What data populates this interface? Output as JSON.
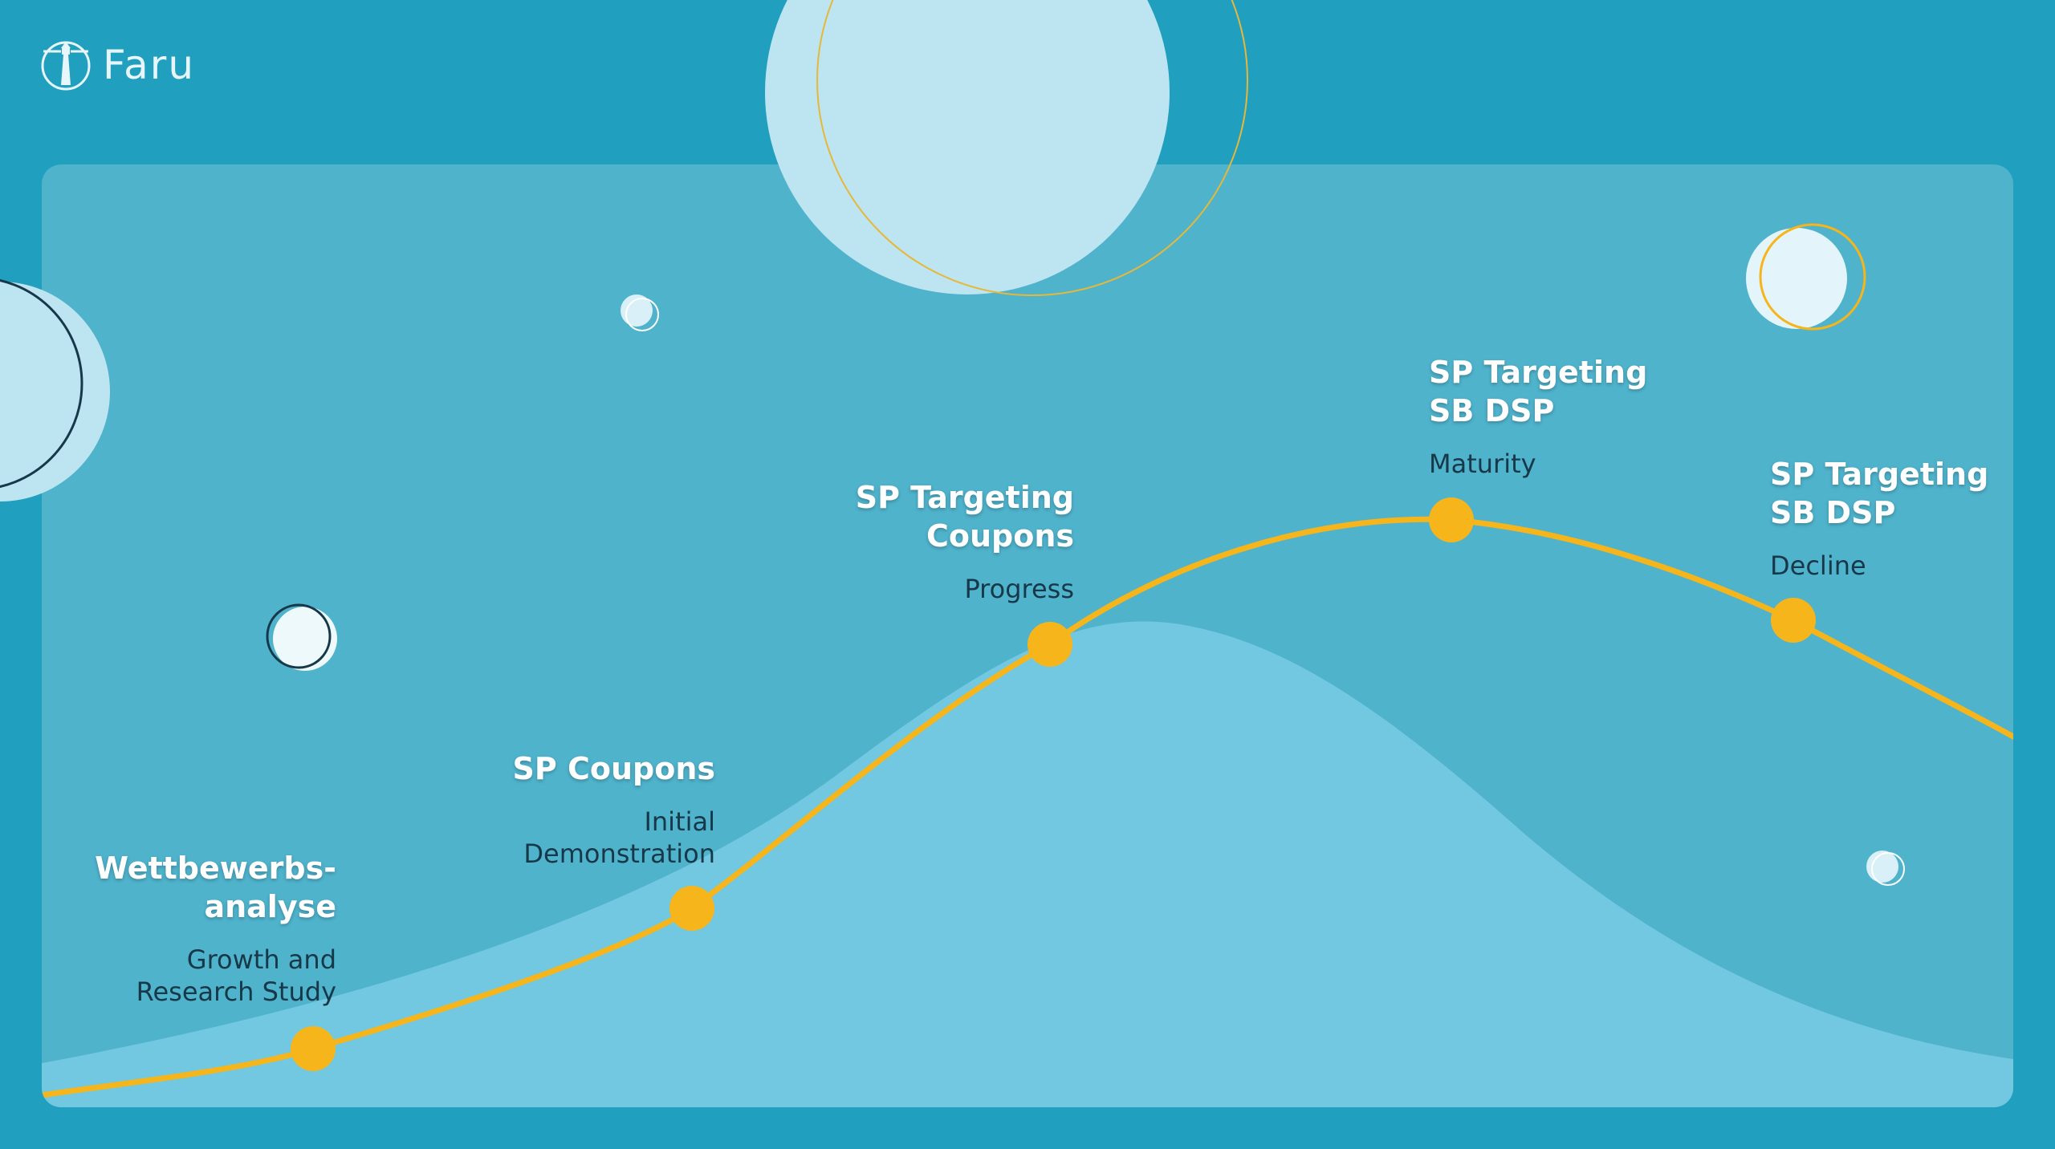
{
  "brand": {
    "name": "Faru",
    "icon": "lighthouse-icon"
  },
  "colors": {
    "background": "#209fbf",
    "panel": "#4fb3cc",
    "bell_curve": "#72c8e0",
    "curve": "#f6b51b",
    "title_text": "#ffffff",
    "sub_text": "#173848"
  },
  "stages": [
    {
      "title_line1": "Wettbewerbs-",
      "title_line2": "analyse",
      "sub_line1": "Growth and",
      "sub_line2": "Research Study"
    },
    {
      "title_line1": "SP Coupons",
      "title_line2": "",
      "sub_line1": "Initial",
      "sub_line2": "Demonstration"
    },
    {
      "title_line1": "SP Targeting",
      "title_line2": "Coupons",
      "sub_line1": "Progress",
      "sub_line2": ""
    },
    {
      "title_line1": "SP Targeting",
      "title_line2": "SB DSP",
      "sub_line1": "Maturity",
      "sub_line2": ""
    },
    {
      "title_line1": "SP Targeting",
      "title_line2": "SB DSP",
      "sub_line1": "Decline",
      "sub_line2": ""
    }
  ]
}
